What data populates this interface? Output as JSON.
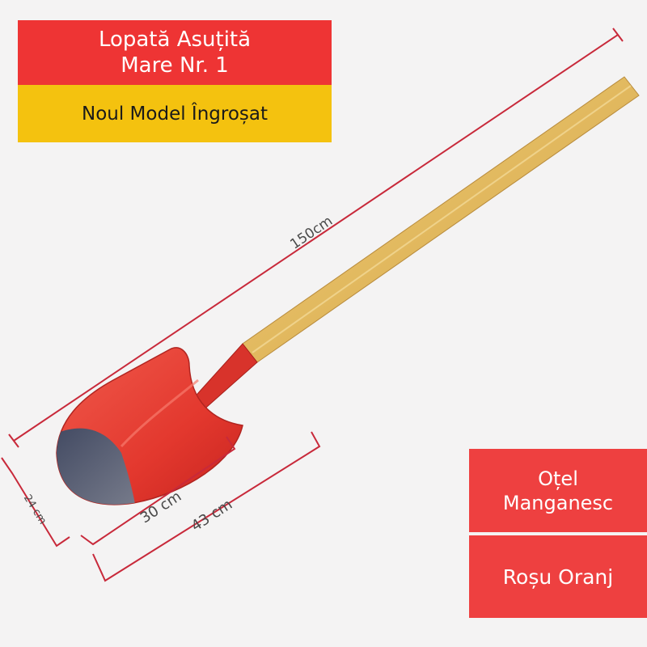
{
  "banner": {
    "line1": "Lopată Asuțită",
    "line2": "Mare Nr. 1",
    "subtitle": "Noul Model Îngroșat"
  },
  "dimensions": {
    "length": "150cm",
    "width_small": "24 cm",
    "width_medium": "30 cm",
    "width_large": "43 cm"
  },
  "features": {
    "material_line1": "Oțel",
    "material_line2": "Manganesc",
    "color": "Roșu Oranj"
  },
  "colors": {
    "banner_red": "#ee3434",
    "banner_yellow": "#f4c20f",
    "dimension_line": "#c8293a",
    "blade_red": "#e8413a",
    "blade_steel": "#4e5468",
    "handle_wood": "#e4bf6a",
    "side_box_red": "#ee4040"
  }
}
